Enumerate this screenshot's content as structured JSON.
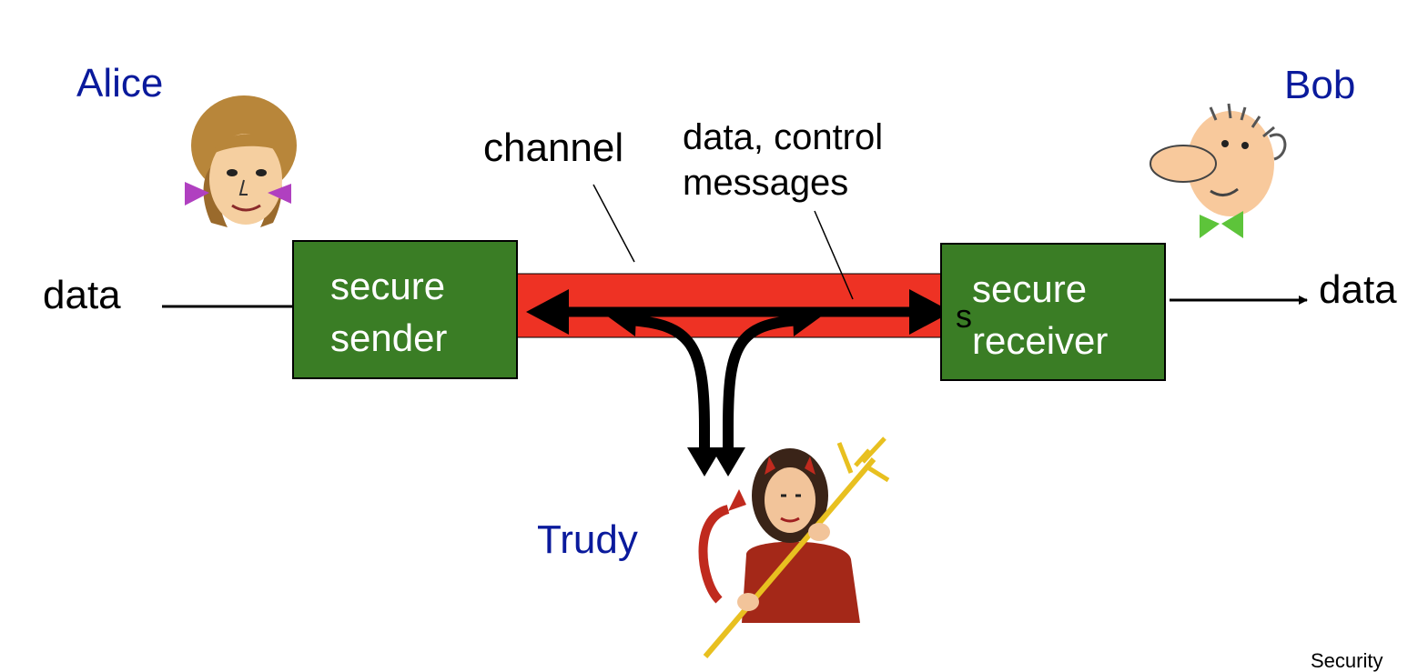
{
  "labels": {
    "alice": "Alice",
    "bob": "Bob",
    "trudy": "Trudy",
    "data_in": "data",
    "data_out": "data",
    "channel": "channel",
    "messages_line1": "data, control",
    "messages_line2": "messages",
    "stray_s": "s",
    "footer": "Security"
  },
  "sender": {
    "line1": "secure",
    "line2": "sender"
  },
  "receiver": {
    "line1": "secure",
    "line2": "receiver"
  },
  "colors": {
    "box_fill": "#3a7d25",
    "channel_fill": "#ee3224",
    "name_text": "#0a1a9c",
    "arrow": "#000000"
  },
  "icons": {
    "alice": "alice-cartoon-icon",
    "bob": "bob-cartoon-icon",
    "trudy": "trudy-devil-icon"
  }
}
